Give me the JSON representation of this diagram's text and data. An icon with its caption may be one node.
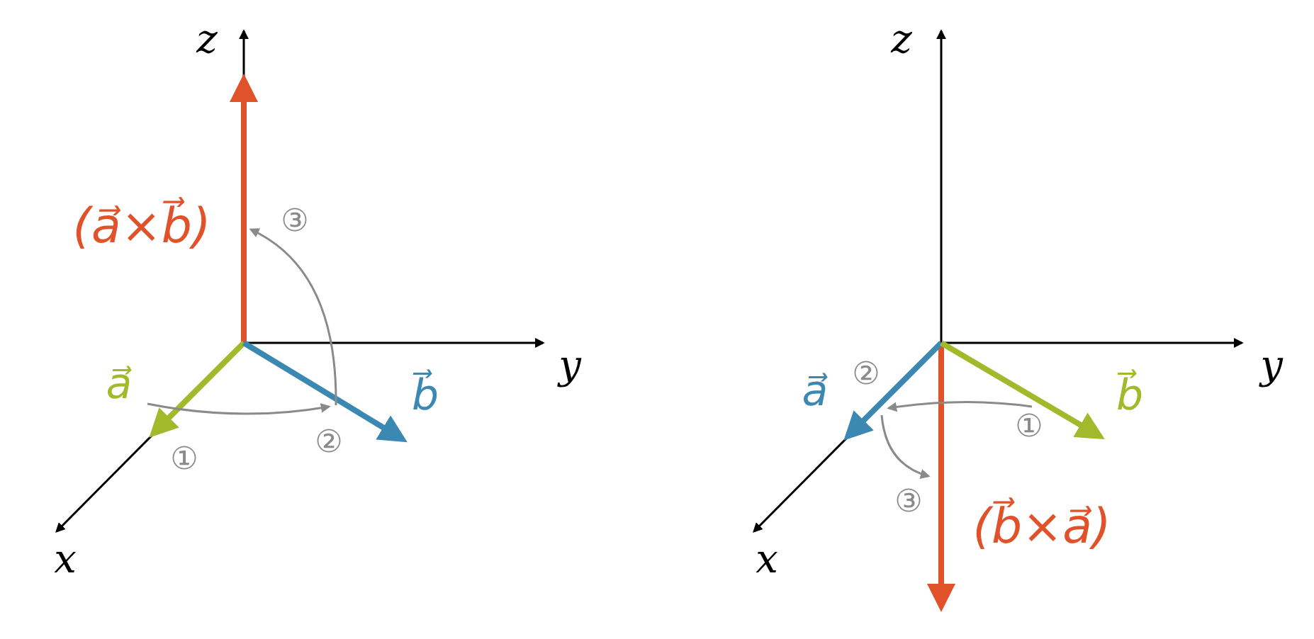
{
  "diagram": {
    "labels": [
      "z",
      "(a⃗×b⃗)",
      "③",
      "y",
      "a⃗",
      "b⃗",
      "②",
      "①",
      "x",
      "z",
      "y",
      "a⃗",
      "②",
      "b⃗",
      "①",
      "③",
      "(b⃗×a⃗)",
      "x"
    ]
  }
}
